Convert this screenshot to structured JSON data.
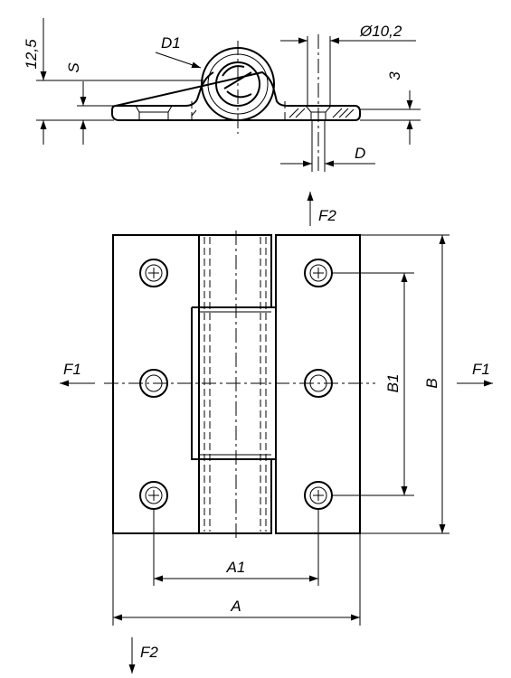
{
  "labels": {
    "h12_5": "12,5",
    "s": "S",
    "d1": "D1",
    "dia": "Ø10,2",
    "three": "3",
    "d": "D",
    "f2": "F2",
    "f1": "F1",
    "a1": "A1",
    "a": "A",
    "b1": "B1",
    "b": "B"
  }
}
